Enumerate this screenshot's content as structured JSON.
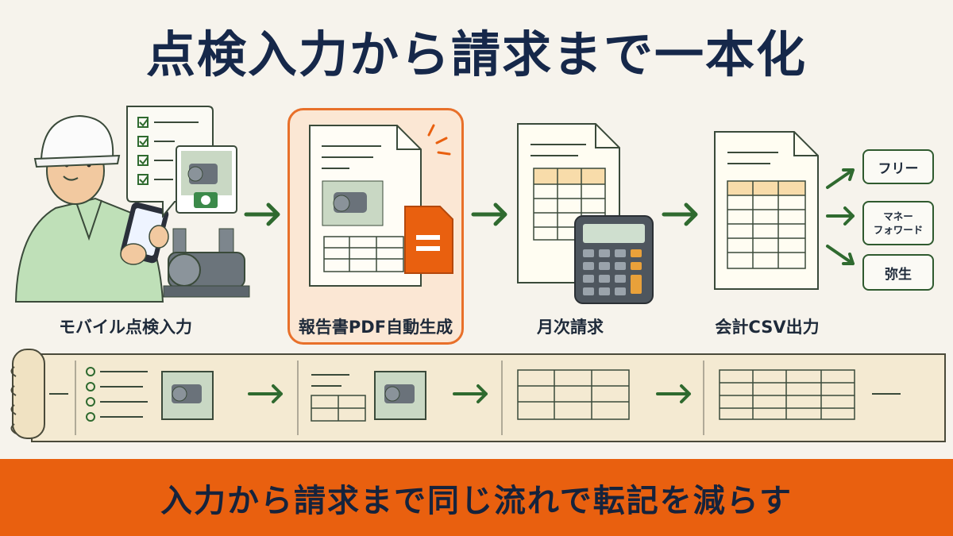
{
  "title": "点検入力から請求まで一本化",
  "steps": [
    {
      "label": "モバイル点検入力"
    },
    {
      "label": "報告書PDF自動生成"
    },
    {
      "label": "月次請求"
    },
    {
      "label": "会計CSV出力"
    }
  ],
  "accounting_targets": [
    {
      "label": "フリー"
    },
    {
      "label_line1": "マネー",
      "label_line2": "フォワード"
    },
    {
      "label": "弥生"
    }
  ],
  "banner": {
    "text": "入力から請求まで同じ流れで転記を減らす"
  },
  "colors": {
    "accent": "#e9600f",
    "title": "#16284a",
    "arrow": "#2f6a2f",
    "highlight_bg": "#fbe7d4",
    "scroll_bg": "#f4ead2"
  }
}
